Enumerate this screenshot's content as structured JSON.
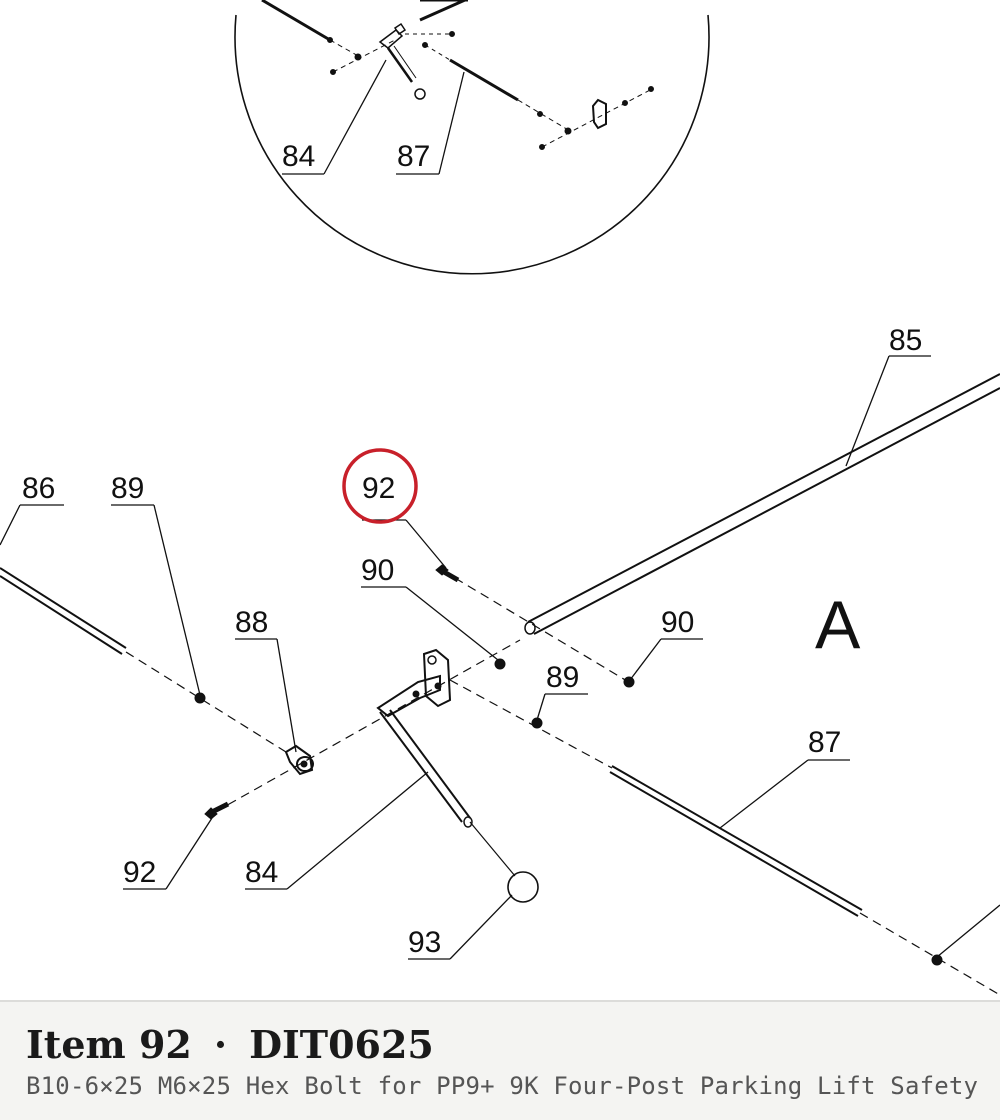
{
  "diagram": {
    "labels": {
      "detail_84": "84",
      "detail_87": "87",
      "l85": "85",
      "l86": "86",
      "l89_left": "89",
      "l92_top": "92",
      "l90_mid": "90",
      "l88": "88",
      "l90_right": "90",
      "l89_right": "89",
      "l87": "87",
      "l92_bottom": "92",
      "l84": "84",
      "l93": "93",
      "view_a": "A"
    },
    "highlight": {
      "label": "92",
      "color": "#c8202a"
    }
  },
  "caption": {
    "item": "Item 92",
    "separator": "·",
    "part_number": "DIT0625",
    "description": "B10-6×25 M6×25 Hex Bolt for PP9+ 9K Four-Post Parking Lift Safety"
  },
  "colors": {
    "line": "#111111",
    "caption_bg": "#f4f4f2",
    "highlight": "#c8202a"
  }
}
